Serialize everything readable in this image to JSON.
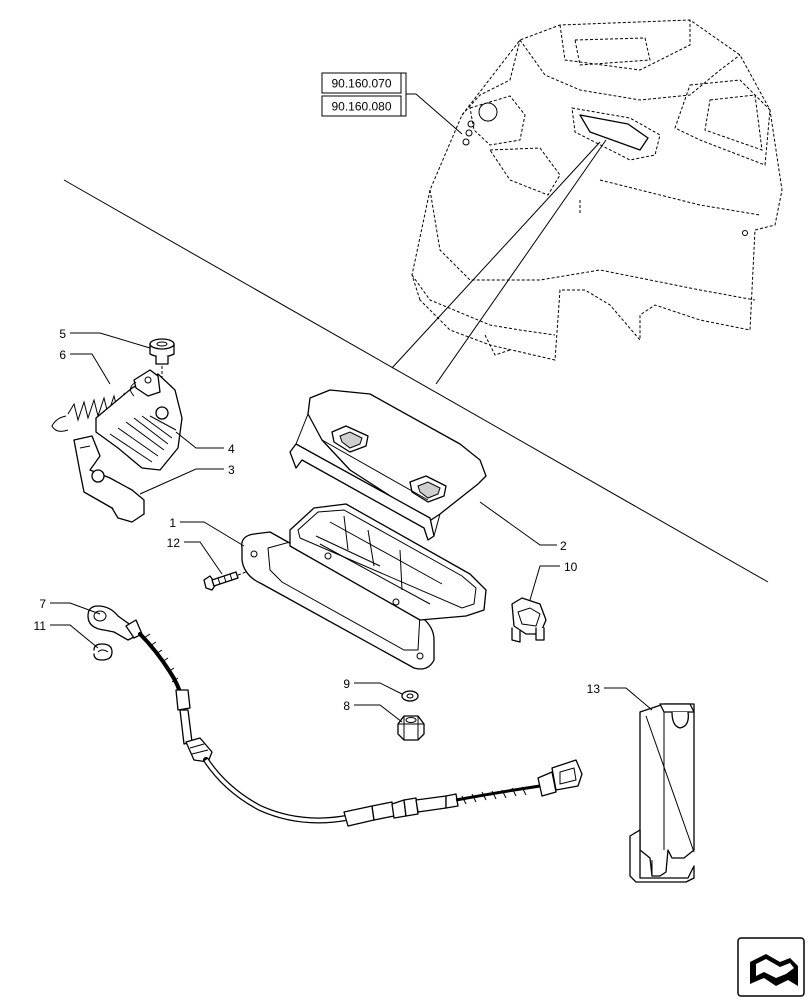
{
  "references": [
    "90.160.070",
    "90.160.080"
  ],
  "callouts": [
    "1",
    "2",
    "3",
    "4",
    "5",
    "6",
    "7",
    "8",
    "9",
    "10",
    "11",
    "12",
    "13"
  ],
  "nav_icon": "next-page-arrow-icon"
}
